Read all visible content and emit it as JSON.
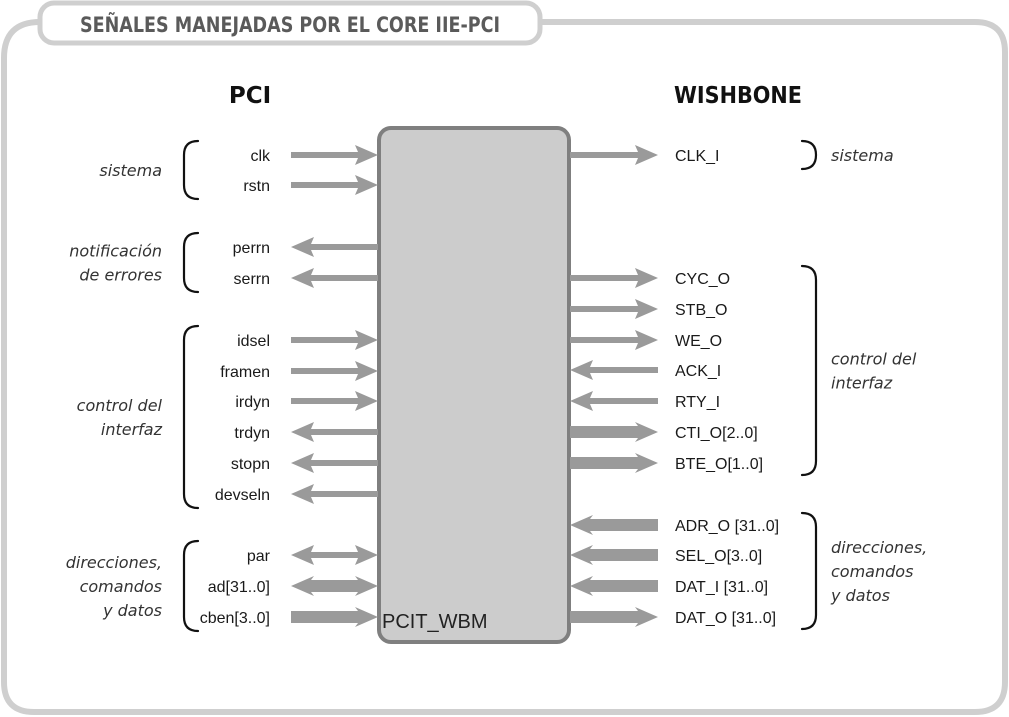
{
  "title": "SEÑALES MANEJADAS POR EL CORE IIE-PCI",
  "left_header": "PCI",
  "right_header": "WISHBONE",
  "core_label": "PCIT_WBM",
  "colors": {
    "frame": "#cfcfcf",
    "core_fill": "#cccccc",
    "core_border": "#7f7f7f",
    "arrow": "#9a9a9a",
    "title_text": "#5a5a5a"
  },
  "pci_groups": [
    {
      "label_lines": [
        "sistema"
      ],
      "signals": [
        {
          "name": "clk",
          "direction": "in",
          "bus": false
        },
        {
          "name": "rstn",
          "direction": "in",
          "bus": false
        }
      ]
    },
    {
      "label_lines": [
        "notificación",
        "de errores"
      ],
      "signals": [
        {
          "name": "perrn",
          "direction": "out",
          "bus": false
        },
        {
          "name": "serrn",
          "direction": "out",
          "bus": false
        }
      ]
    },
    {
      "label_lines": [
        "control del",
        "interfaz"
      ],
      "signals": [
        {
          "name": "idsel",
          "direction": "in",
          "bus": false
        },
        {
          "name": "framen",
          "direction": "in",
          "bus": false
        },
        {
          "name": "irdyn",
          "direction": "in",
          "bus": false
        },
        {
          "name": "trdyn",
          "direction": "out",
          "bus": false
        },
        {
          "name": "stopn",
          "direction": "out",
          "bus": false
        },
        {
          "name": "devseln",
          "direction": "out",
          "bus": false
        }
      ]
    },
    {
      "label_lines": [
        "direcciones,",
        "comandos",
        "y datos"
      ],
      "signals": [
        {
          "name": "par",
          "direction": "bidir",
          "bus": false
        },
        {
          "name": "ad[31..0]",
          "direction": "bidir",
          "bus": true
        },
        {
          "name": "cben[3..0]",
          "direction": "in",
          "bus": true
        }
      ]
    }
  ],
  "wb_groups": [
    {
      "label_lines": [
        "sistema"
      ],
      "signals": [
        {
          "name": "CLK_I",
          "direction": "out",
          "bus": false
        }
      ]
    },
    {
      "label_lines": [
        "control del",
        "interfaz"
      ],
      "signals": [
        {
          "name": "CYC_O",
          "direction": "out",
          "bus": false
        },
        {
          "name": "STB_O",
          "direction": "out",
          "bus": false
        },
        {
          "name": "WE_O",
          "direction": "out",
          "bus": false
        },
        {
          "name": "ACK_I",
          "direction": "in",
          "bus": false
        },
        {
          "name": "RTY_I",
          "direction": "in",
          "bus": false
        },
        {
          "name": "CTI_O[2..0]",
          "direction": "out",
          "bus": true
        },
        {
          "name": "BTE_O[1..0]",
          "direction": "out",
          "bus": true
        }
      ]
    },
    {
      "label_lines": [
        "direcciones,",
        "comandos",
        "y datos"
      ],
      "signals": [
        {
          "name": "ADR_O [31..0]",
          "direction": "in",
          "bus": true
        },
        {
          "name": "SEL_O[3..0]",
          "direction": "in",
          "bus": true
        },
        {
          "name": "DAT_I [31..0]",
          "direction": "in",
          "bus": true
        },
        {
          "name": "DAT_O [31..0]",
          "direction": "out",
          "bus": true
        }
      ]
    }
  ]
}
